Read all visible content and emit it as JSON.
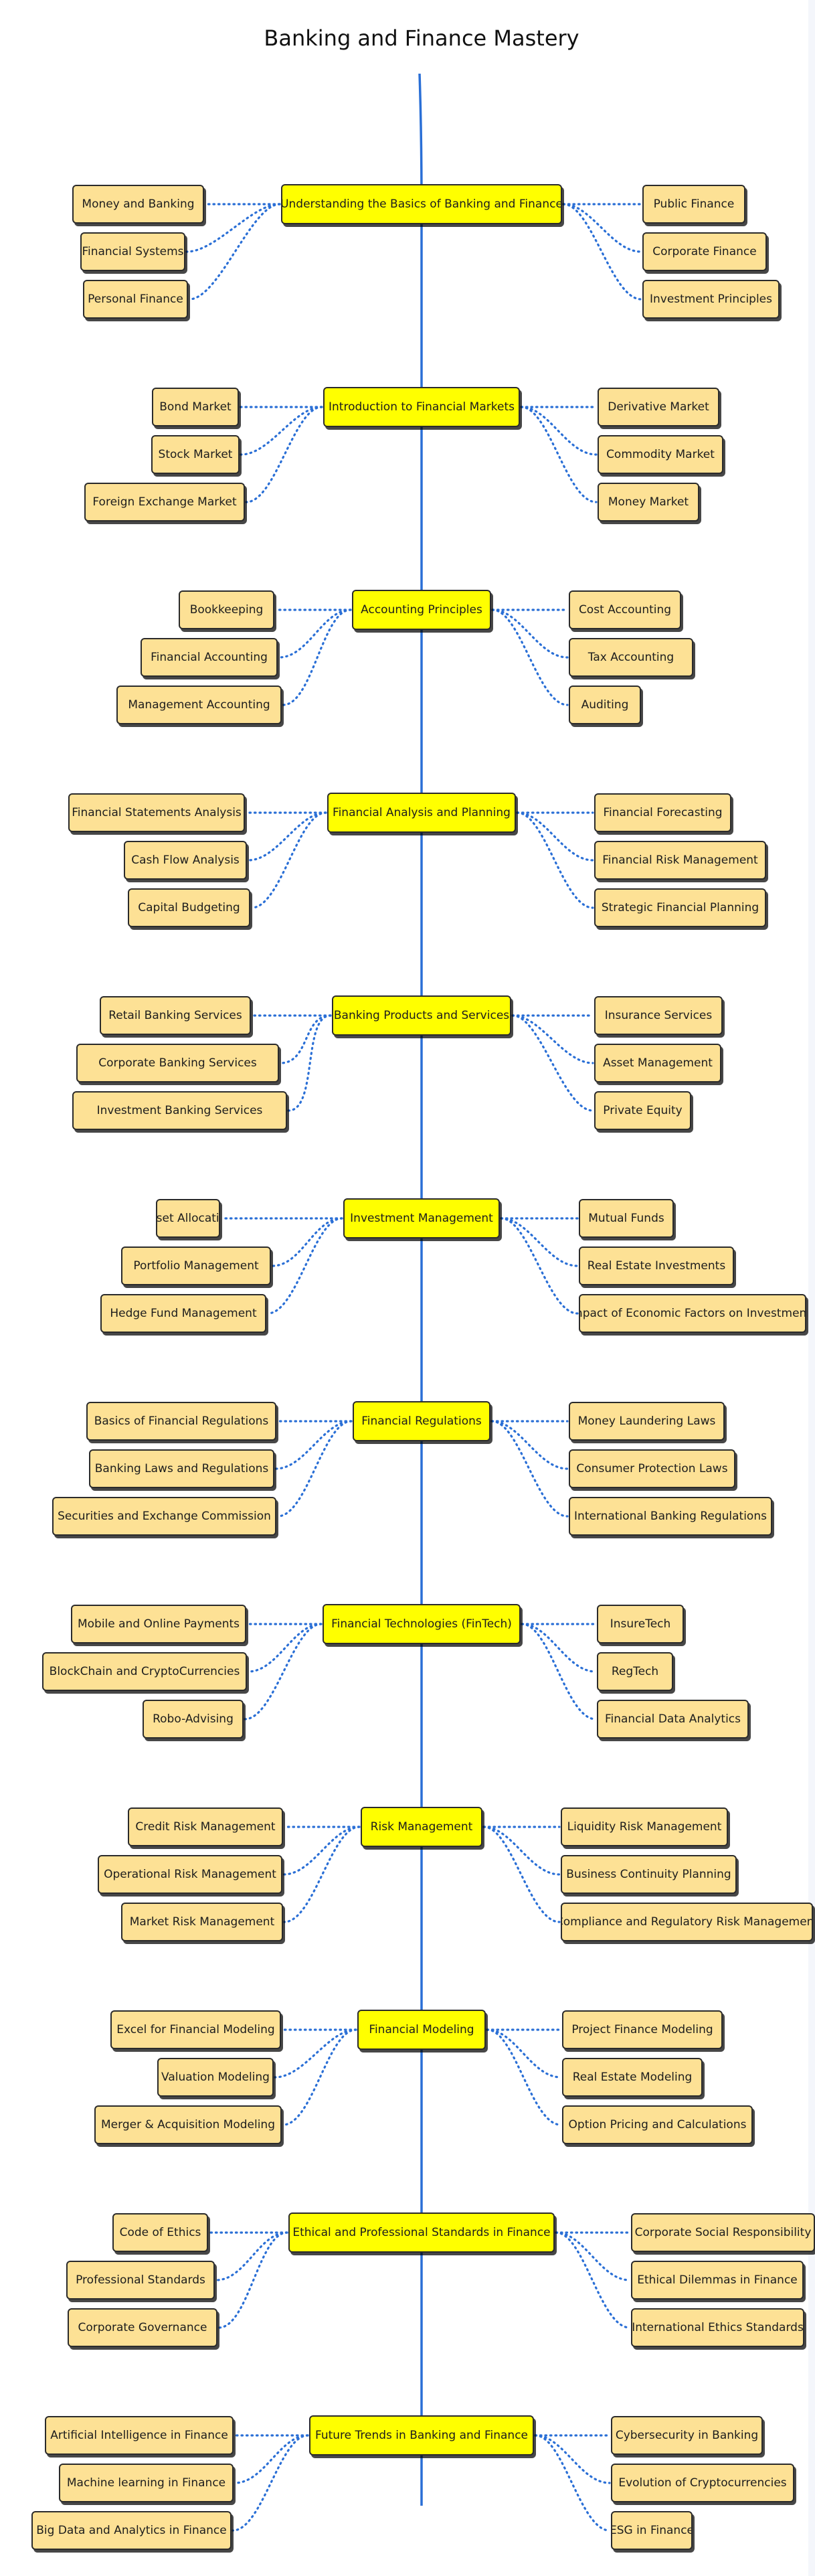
{
  "title": "Banking and Finance Mastery",
  "colors": {
    "main_fill": "#ffff00",
    "leaf_fill": "#fde195",
    "spine": "#2a6fd6",
    "connector": "#2a6fd6"
  },
  "sections": [
    {
      "main": "Understanding the Basics of Banking and Finance",
      "left": [
        "Money and Banking",
        "Financial Systems",
        "Personal Finance"
      ],
      "right": [
        "Public Finance",
        "Corporate Finance",
        "Investment Principles"
      ]
    },
    {
      "main": "Introduction to Financial Markets",
      "left": [
        "Bond Market",
        "Stock Market",
        "Foreign Exchange Market"
      ],
      "right": [
        "Derivative Market",
        "Commodity Market",
        "Money Market"
      ]
    },
    {
      "main": "Accounting Principles",
      "left": [
        "Bookkeeping",
        "Financial Accounting",
        "Management Accounting"
      ],
      "right": [
        "Cost Accounting",
        "Tax Accounting",
        "Auditing"
      ]
    },
    {
      "main": "Financial Analysis and Planning",
      "left": [
        "Financial Statements Analysis",
        "Cash Flow Analysis",
        "Capital Budgeting"
      ],
      "right": [
        "Financial Forecasting",
        "Financial Risk Management",
        "Strategic Financial Planning"
      ]
    },
    {
      "main": "Banking Products and Services",
      "left": [
        "Retail Banking Services",
        "Corporate Banking Services",
        "Investment Banking Services"
      ],
      "right": [
        "Insurance Services",
        "Asset Management",
        "Private Equity"
      ]
    },
    {
      "main": "Investment Management",
      "left": [
        "Asset Allocation",
        "Portfolio Management",
        "Hedge Fund Management"
      ],
      "right": [
        "Mutual Funds",
        "Real Estate Investments",
        "Impact of Economic Factors on Investments"
      ]
    },
    {
      "main": "Financial Regulations",
      "left": [
        "Basics of Financial Regulations",
        "Banking Laws and Regulations",
        "Securities and Exchange Commission"
      ],
      "right": [
        "Money Laundering Laws",
        "Consumer Protection Laws",
        "International Banking Regulations"
      ]
    },
    {
      "main": "Financial Technologies (FinTech)",
      "left": [
        "Mobile and Online Payments",
        "BlockChain and CryptoCurrencies",
        "Robo-Advising"
      ],
      "right": [
        "InsureTech",
        "RegTech",
        "Financial Data Analytics"
      ]
    },
    {
      "main": "Risk Management",
      "left": [
        "Credit Risk Management",
        "Operational Risk Management",
        "Market Risk Management"
      ],
      "right": [
        "Liquidity Risk Management",
        "Business Continuity Planning",
        "Compliance and Regulatory Risk Management"
      ]
    },
    {
      "main": "Financial Modeling",
      "left": [
        "Excel for Financial Modeling",
        "Valuation Modeling",
        "Merger & Acquisition Modeling"
      ],
      "right": [
        "Project Finance Modeling",
        "Real Estate Modeling",
        "Option Pricing and Calculations"
      ]
    },
    {
      "main": "Ethical and Professional Standards in Finance",
      "left": [
        "Code of Ethics",
        "Professional Standards",
        "Corporate Governance"
      ],
      "right": [
        "Corporate Social Responsibility",
        "Ethical Dilemmas in Finance",
        "International Ethics Standards"
      ]
    },
    {
      "main": "Future Trends in Banking and Finance",
      "left": [
        "Artificial Intelligence in Finance",
        "Machine learning in Finance",
        "Big Data and Analytics in Finance"
      ],
      "right": [
        "Cybersecurity in Banking",
        "Evolution of Cryptocurrencies",
        "ESG in Finance"
      ]
    }
  ]
}
